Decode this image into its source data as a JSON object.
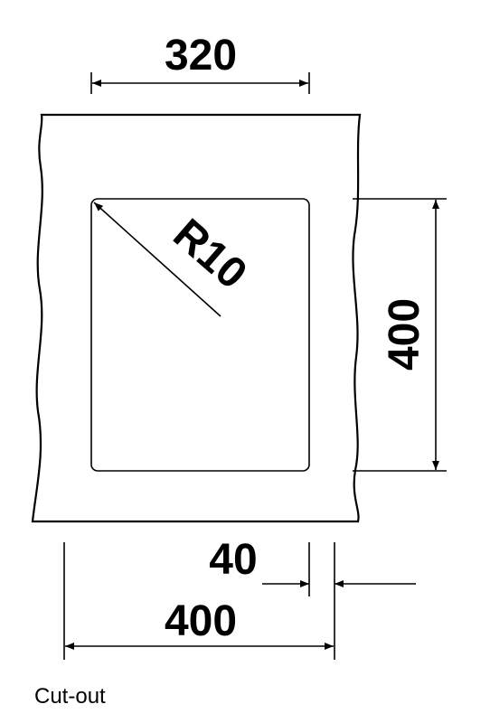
{
  "dimensions": {
    "top_width": "320",
    "radius": "R10",
    "right_height": "400",
    "offset": "40",
    "bottom_width": "400"
  },
  "caption": "Cut-out"
}
